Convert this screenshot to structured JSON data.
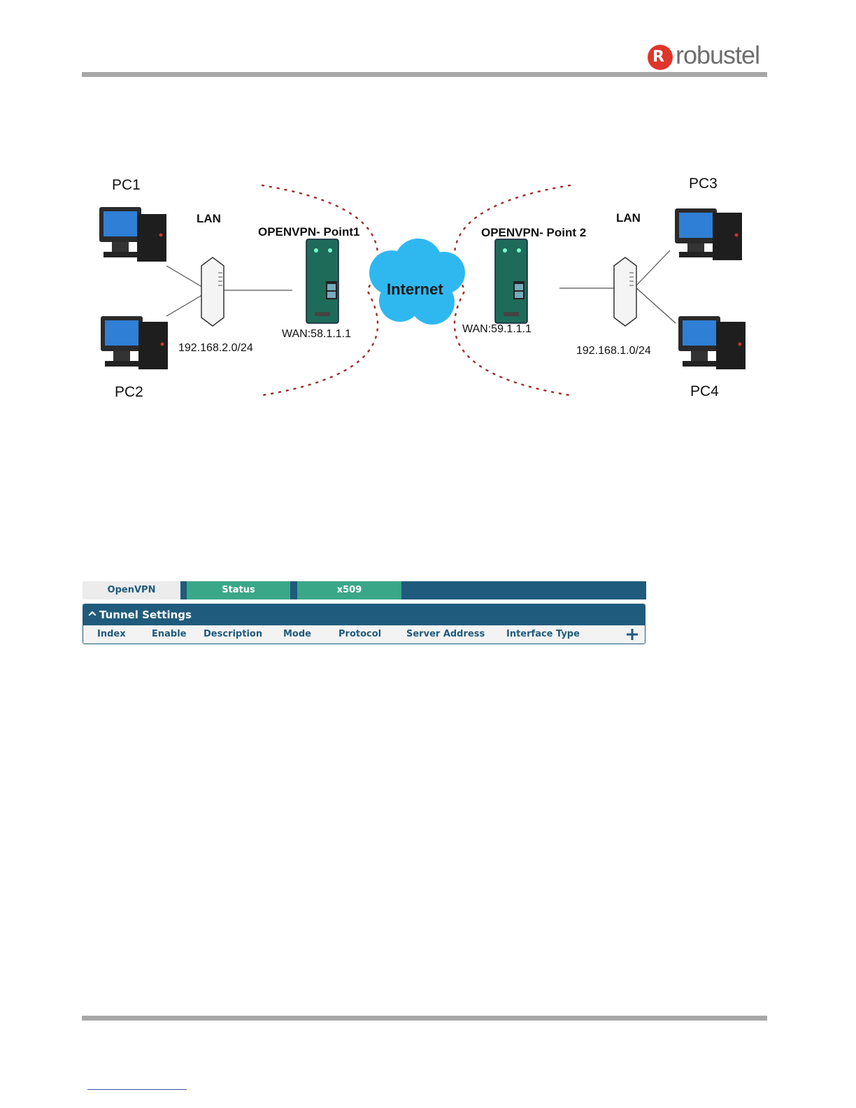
{
  "header": {
    "brand": "robustel",
    "brand_initial": "R"
  },
  "diagram": {
    "pc1": "PC1",
    "pc2": "PC2",
    "pc3": "PC3",
    "pc4": "PC4",
    "lan_left": "LAN",
    "lan_right": "LAN",
    "point1": "OPENVPN- Point1",
    "point2": "OPENVPN- Point 2",
    "internet": "Internet",
    "wan_left": "WAN:58.1.1.1",
    "wan_right": "WAN:59.1.1.1",
    "subnet_left": "192.168.2.0/24",
    "subnet_right": "192.168.1.0/24"
  },
  "tabs": {
    "openvpn": "OpenVPN",
    "status": "Status",
    "x509": "x509"
  },
  "panel": {
    "title": "Tunnel Settings",
    "columns": [
      "Index",
      "Enable",
      "Description",
      "Mode",
      "Protocol",
      "Server Address",
      "Interface Type"
    ]
  },
  "colors": {
    "primary": "#1f5b7c",
    "tab_inactive": "#3aa788",
    "tab_active_bg": "#ececec",
    "brand_red": "#e0352a"
  }
}
